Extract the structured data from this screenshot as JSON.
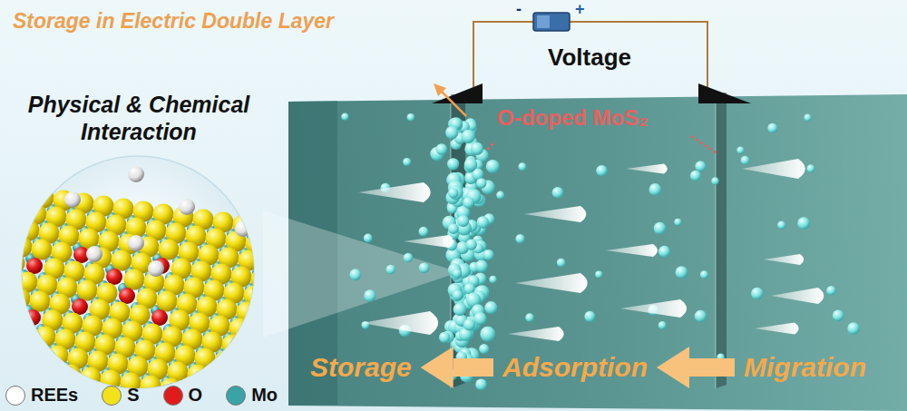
{
  "diagram": {
    "nodes": [
      {
        "text": [
          "Storage"
        ]
      },
      {
        "text": [
          "Adsorption"
        ]
      },
      {
        "text": [
          "Migration"
        ]
      }
    ],
    "edges": [
      {
        "from": 2,
        "to": 1,
        "arrow": "to"
      },
      {
        "from": 1,
        "to": 0,
        "arrow": "to"
      }
    ],
    "labels": [
      "Storage in Electric Double Layer",
      "Voltage",
      "-",
      "+",
      "O-doped MoS₂",
      "Physical & Chemical Interaction"
    ],
    "legend": [
      {
        "text": "REEs",
        "color": "#ffffff"
      },
      {
        "text": "S",
        "color": "#f2e21a"
      },
      {
        "text": "O",
        "color": "#e01b1b"
      },
      {
        "text": "Mo",
        "color": "#3aa3a6"
      }
    ]
  }
}
